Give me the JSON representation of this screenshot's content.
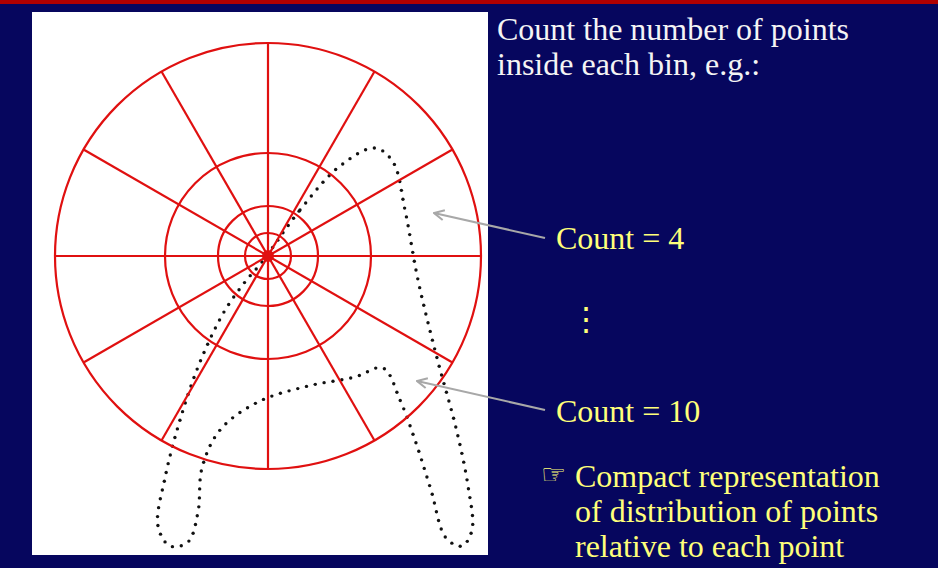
{
  "diagram": {
    "labels": [
      "Count the number of points inside each bin, e.g.:",
      "Count = 4",
      "⋮",
      "Count = 10",
      "☞",
      "Compact representation of distribution of points relative to each point"
    ]
  }
}
